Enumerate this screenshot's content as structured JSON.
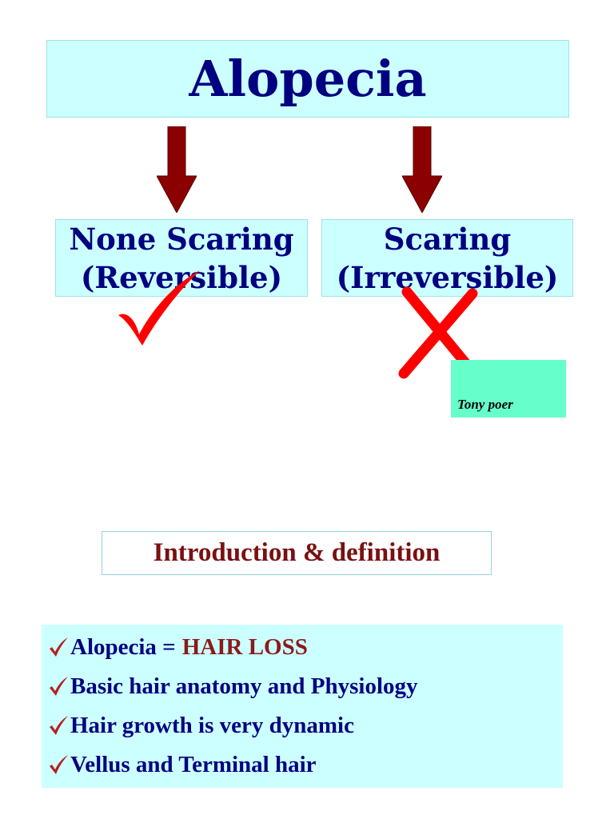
{
  "title": "Alopecia",
  "branches": [
    {
      "line1": "None Scaring",
      "line2": "(Reversible)"
    },
    {
      "line1": "Scaring",
      "line2": "(Irreversible)"
    }
  ],
  "author": "Tony poer",
  "section_title": "Introduction & definition",
  "bullets": [
    {
      "text": "Alopecia =",
      "highlight": "HAIR LOSS"
    },
    {
      "text": "Basic hair anatomy and Physiology"
    },
    {
      "text": "Hair growth is very dynamic"
    },
    {
      "text": "Vellus and Terminal hair"
    }
  ],
  "colors": {
    "navy_text": "#000080",
    "box_fill": "#ccffff",
    "arrow": "#8b0000",
    "mark_red": "#ff0000",
    "author_box": "#66ffcc",
    "section_text": "#7a1010"
  }
}
